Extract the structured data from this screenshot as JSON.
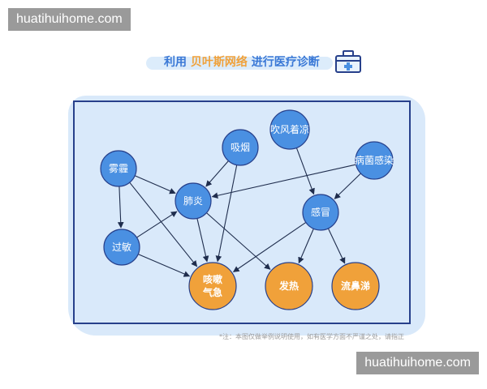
{
  "watermark_text": "huatihuihome.com",
  "title": {
    "part1": "利用",
    "part2": "贝叶斯网络",
    "part3": "进行医疗诊断"
  },
  "colors": {
    "cause_node": "#4a90e2",
    "symptom_node": "#f0a13a",
    "frame": "#27408b",
    "arrow": "#1f2d4d"
  },
  "icons": [
    "medical-kit-icon"
  ],
  "nodes": [
    {
      "id": "wumai",
      "label": "雾霾",
      "type": "cause"
    },
    {
      "id": "xiyan",
      "label": "吸烟",
      "type": "cause"
    },
    {
      "id": "chuifeng",
      "label": "吹风着凉",
      "type": "cause"
    },
    {
      "id": "bingjun",
      "label": "病菌感染",
      "type": "cause"
    },
    {
      "id": "feiyan",
      "label": "肺炎",
      "type": "cause"
    },
    {
      "id": "ganmao",
      "label": "感冒",
      "type": "cause"
    },
    {
      "id": "guomin",
      "label": "过敏",
      "type": "cause"
    },
    {
      "id": "kesou",
      "label": "咳嗽\n气急",
      "type": "symptom"
    },
    {
      "id": "fare",
      "label": "发热",
      "type": "symptom"
    },
    {
      "id": "liubiti",
      "label": "流鼻涕",
      "type": "symptom"
    }
  ],
  "edges": [
    [
      "wumai",
      "feiyan"
    ],
    [
      "wumai",
      "guomin"
    ],
    [
      "wumai",
      "kesou"
    ],
    [
      "xiyan",
      "feiyan"
    ],
    [
      "xiyan",
      "kesou"
    ],
    [
      "chuifeng",
      "ganmao"
    ],
    [
      "bingjun",
      "feiyan"
    ],
    [
      "bingjun",
      "ganmao"
    ],
    [
      "guomin",
      "feiyan"
    ],
    [
      "guomin",
      "kesou"
    ],
    [
      "feiyan",
      "kesou"
    ],
    [
      "feiyan",
      "fare"
    ],
    [
      "ganmao",
      "kesou"
    ],
    [
      "ganmao",
      "fare"
    ],
    [
      "ganmao",
      "liubiti"
    ]
  ],
  "footnote": "*注：本图仅做举例说明使用，如有医学方面不严谨之处，请指正"
}
